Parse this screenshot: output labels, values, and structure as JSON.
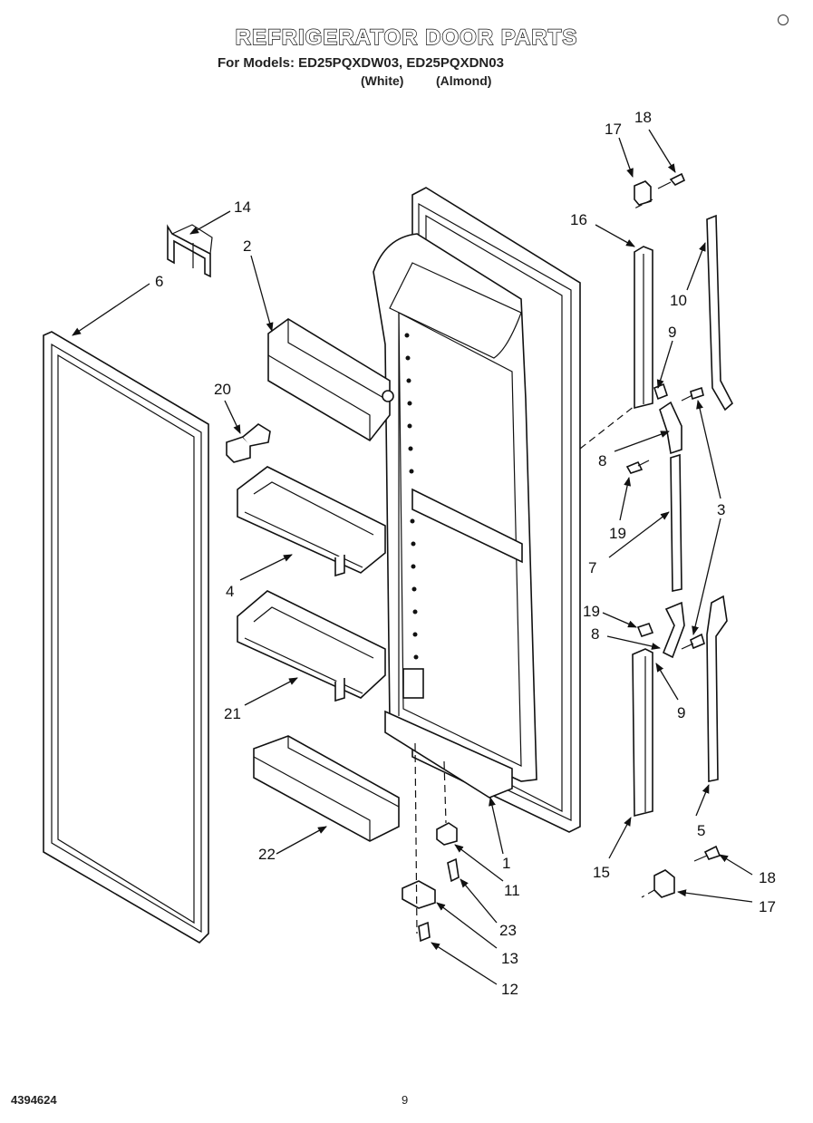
{
  "header": {
    "title": "REFRIGERATOR DOOR PARTS",
    "subtitle": "For Models: ED25PQXDW03, ED25PQXDN03",
    "variant_white": "(White)",
    "variant_almond": "(Almond)"
  },
  "footer": {
    "doc_number": "4394624",
    "page_number": "9"
  },
  "callouts": [
    {
      "id": "c17-top",
      "label": "17"
    },
    {
      "id": "c18-top",
      "label": "18"
    },
    {
      "id": "c14",
      "label": "14"
    },
    {
      "id": "c2",
      "label": "2"
    },
    {
      "id": "c6",
      "label": "6"
    },
    {
      "id": "c16",
      "label": "16"
    },
    {
      "id": "c10",
      "label": "10"
    },
    {
      "id": "c9-top",
      "label": "9"
    },
    {
      "id": "c20",
      "label": "20"
    },
    {
      "id": "c8-top",
      "label": "8"
    },
    {
      "id": "c3",
      "label": "3"
    },
    {
      "id": "c19-top",
      "label": "19"
    },
    {
      "id": "c7",
      "label": "7"
    },
    {
      "id": "c4",
      "label": "4"
    },
    {
      "id": "c19-bot",
      "label": "19"
    },
    {
      "id": "c8-bot",
      "label": "8"
    },
    {
      "id": "c21",
      "label": "21"
    },
    {
      "id": "c9-bot",
      "label": "9"
    },
    {
      "id": "c5",
      "label": "5"
    },
    {
      "id": "c1",
      "label": "1"
    },
    {
      "id": "c22",
      "label": "22"
    },
    {
      "id": "c15",
      "label": "15"
    },
    {
      "id": "c11",
      "label": "11"
    },
    {
      "id": "c18-bot",
      "label": "18"
    },
    {
      "id": "c17-bot",
      "label": "17"
    },
    {
      "id": "c23",
      "label": "23"
    },
    {
      "id": "c13",
      "label": "13"
    },
    {
      "id": "c12",
      "label": "12"
    }
  ]
}
